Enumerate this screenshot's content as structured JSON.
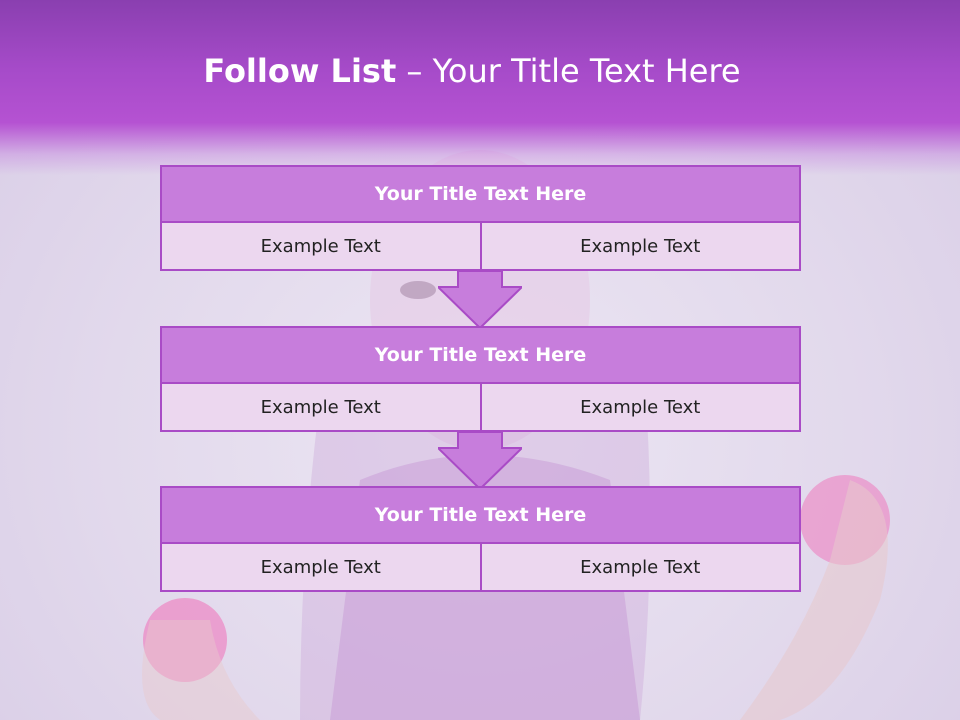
{
  "slide": {
    "title_bold": "Follow List",
    "title_rest": " – Your Title Text Here"
  },
  "blocks": [
    {
      "title": "Your Title Text Here",
      "left": "Example Text",
      "right": "Example Text"
    },
    {
      "title": "Your Title Text Here",
      "left": "Example Text",
      "right": "Example Text"
    },
    {
      "title": "Your Title Text Here",
      "left": "Example Text",
      "right": "Example Text"
    }
  ],
  "colors": {
    "header": "#a64bc9",
    "block_title": "#c77ddc",
    "block_body": "#ecd7ef",
    "border": "#a94bc6"
  }
}
